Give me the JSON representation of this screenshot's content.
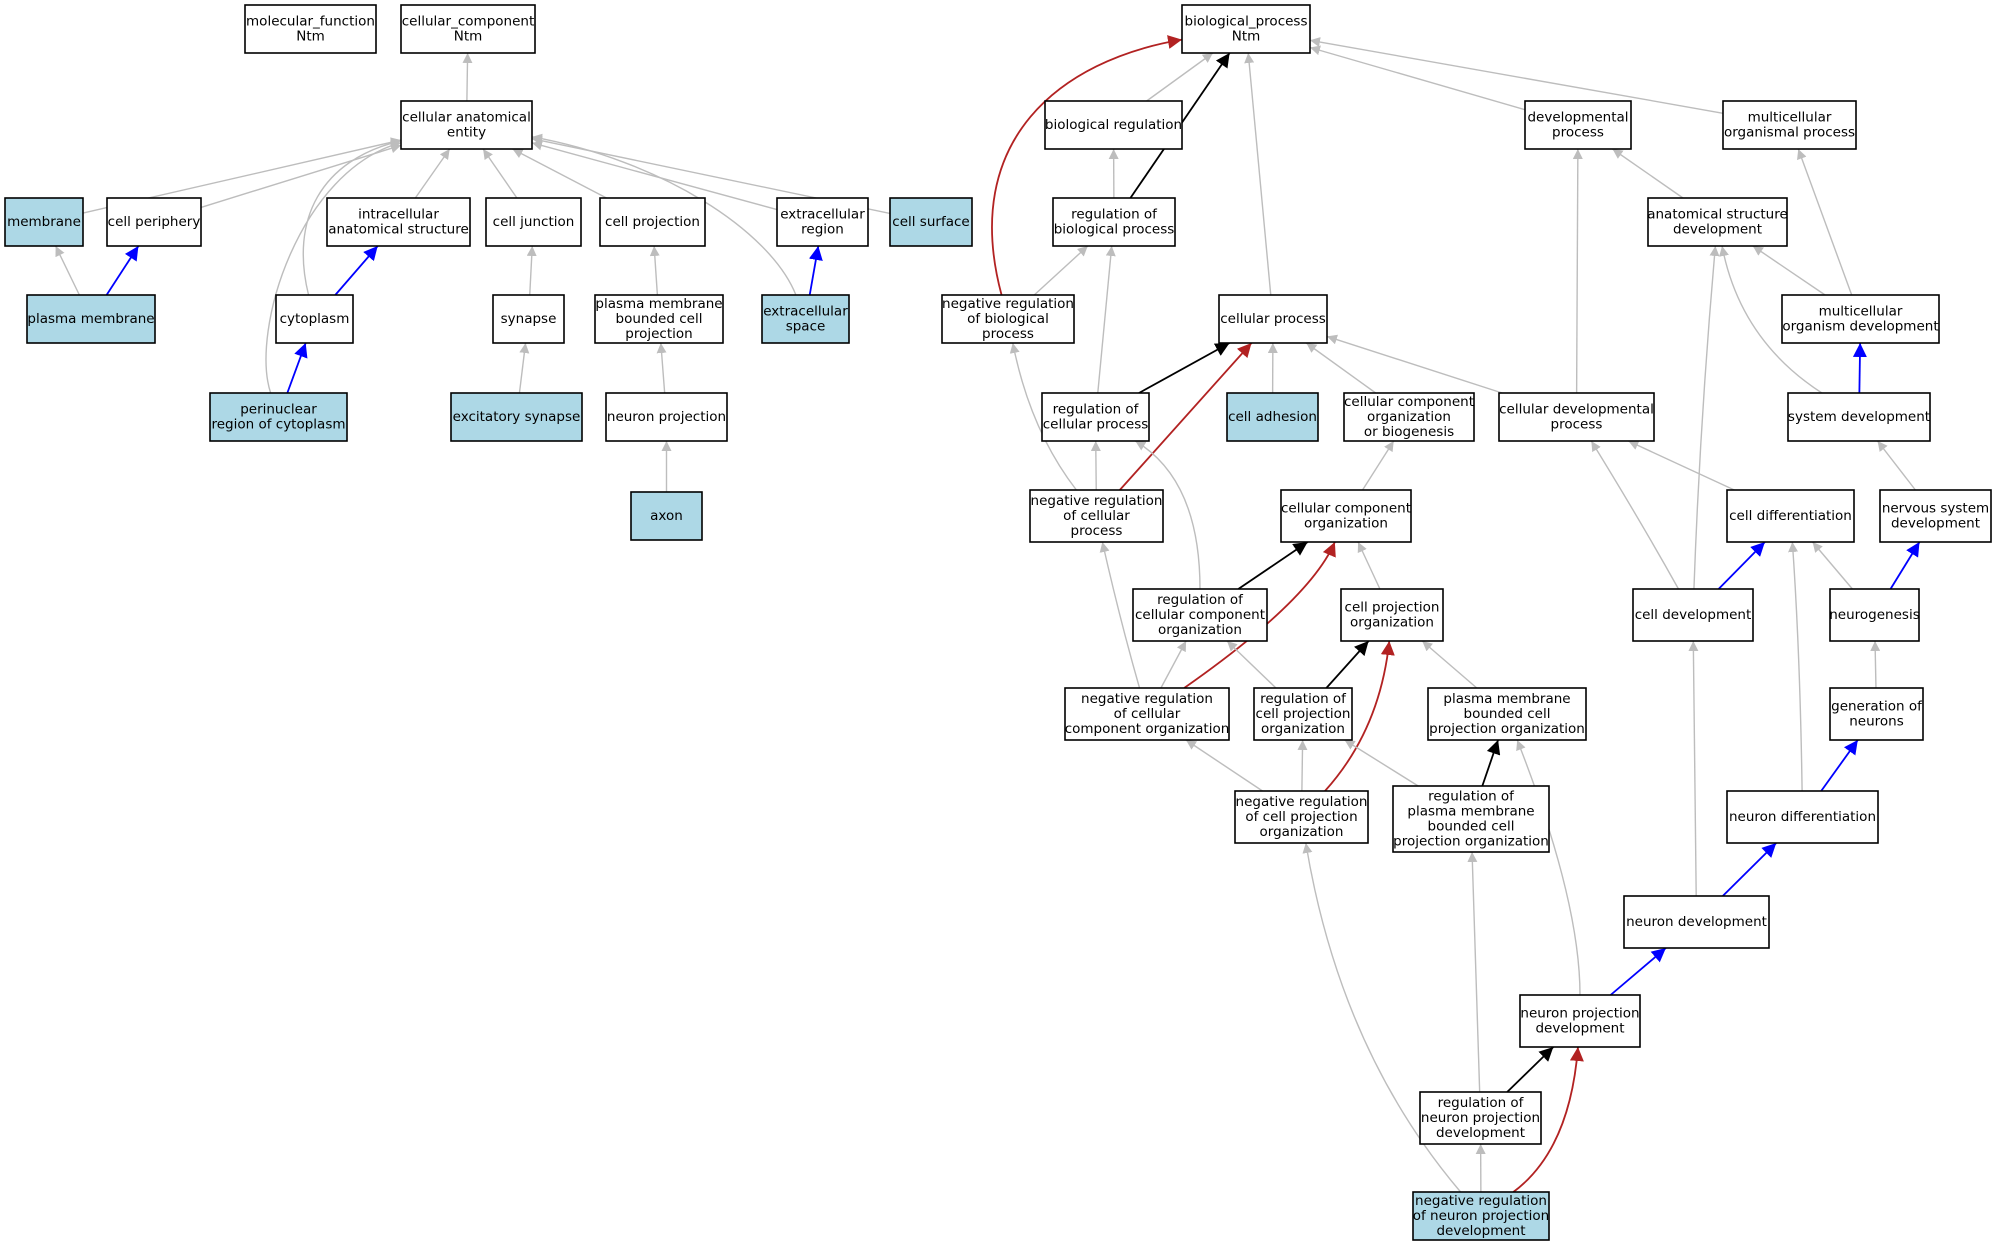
{
  "diagram": {
    "colors": {
      "highlight_fill": "#add8e6",
      "default_fill": "#ffffff",
      "border": "#000000",
      "is_a_edge": "#bdbdbd",
      "part_of_edge": "#0000ff",
      "regulates_edge": "#000000",
      "negatively_regulates_edge": "#b22222"
    },
    "nodes": [
      {
        "id": "molecular_function",
        "lines": [
          "molecular_function",
          "Ntm"
        ],
        "highlight": false
      },
      {
        "id": "cellular_component",
        "lines": [
          "cellular_component",
          "Ntm"
        ],
        "highlight": false
      },
      {
        "id": "cellular_anatomical_entity",
        "lines": [
          "cellular anatomical",
          "entity"
        ],
        "highlight": false
      },
      {
        "id": "membrane",
        "lines": [
          "membrane"
        ],
        "highlight": true
      },
      {
        "id": "cell_periphery",
        "lines": [
          "cell periphery"
        ],
        "highlight": false
      },
      {
        "id": "intracellular_anatomical_structure",
        "lines": [
          "intracellular",
          "anatomical structure"
        ],
        "highlight": false
      },
      {
        "id": "cell_junction",
        "lines": [
          "cell junction"
        ],
        "highlight": false
      },
      {
        "id": "cell_projection",
        "lines": [
          "cell projection"
        ],
        "highlight": false
      },
      {
        "id": "extracellular_region",
        "lines": [
          "extracellular",
          "region"
        ],
        "highlight": false
      },
      {
        "id": "cell_surface",
        "lines": [
          "cell surface"
        ],
        "highlight": true
      },
      {
        "id": "plasma_membrane",
        "lines": [
          "plasma membrane"
        ],
        "highlight": true
      },
      {
        "id": "cytoplasm",
        "lines": [
          "cytoplasm"
        ],
        "highlight": false
      },
      {
        "id": "synapse",
        "lines": [
          "synapse"
        ],
        "highlight": false
      },
      {
        "id": "pm_bounded_cell_projection",
        "lines": [
          "plasma membrane",
          "bounded cell",
          "projection"
        ],
        "highlight": false
      },
      {
        "id": "extracellular_space",
        "lines": [
          "extracellular",
          "space"
        ],
        "highlight": true
      },
      {
        "id": "perinuclear_region",
        "lines": [
          "perinuclear",
          "region of cytoplasm"
        ],
        "highlight": true
      },
      {
        "id": "excitatory_synapse",
        "lines": [
          "excitatory synapse"
        ],
        "highlight": true
      },
      {
        "id": "neuron_projection",
        "lines": [
          "neuron projection"
        ],
        "highlight": false
      },
      {
        "id": "axon",
        "lines": [
          "axon"
        ],
        "highlight": true
      },
      {
        "id": "biological_process",
        "lines": [
          "biological_process",
          "Ntm"
        ],
        "highlight": false
      },
      {
        "id": "biological_regulation",
        "lines": [
          "biological regulation"
        ],
        "highlight": false
      },
      {
        "id": "developmental_process",
        "lines": [
          "developmental",
          "process"
        ],
        "highlight": false
      },
      {
        "id": "multicellular_organismal_process",
        "lines": [
          "multicellular",
          "organismal process"
        ],
        "highlight": false
      },
      {
        "id": "regulation_of_biological_process",
        "lines": [
          "regulation of",
          "biological process"
        ],
        "highlight": false
      },
      {
        "id": "anatomical_structure_development",
        "lines": [
          "anatomical structure",
          "development"
        ],
        "highlight": false
      },
      {
        "id": "neg_reg_biological_process",
        "lines": [
          "negative regulation",
          "of biological",
          "process"
        ],
        "highlight": false
      },
      {
        "id": "cellular_process",
        "lines": [
          "cellular process"
        ],
        "highlight": false
      },
      {
        "id": "multicellular_organism_development",
        "lines": [
          "multicellular",
          "organism development"
        ],
        "highlight": false
      },
      {
        "id": "regulation_of_cellular_process",
        "lines": [
          "regulation of",
          "cellular process"
        ],
        "highlight": false
      },
      {
        "id": "cell_adhesion",
        "lines": [
          "cell adhesion"
        ],
        "highlight": true
      },
      {
        "id": "ccob",
        "lines": [
          "cellular component",
          "organization",
          "or biogenesis"
        ],
        "highlight": false
      },
      {
        "id": "cellular_developmental_process",
        "lines": [
          "cellular developmental",
          "process"
        ],
        "highlight": false
      },
      {
        "id": "system_development",
        "lines": [
          "system development"
        ],
        "highlight": false
      },
      {
        "id": "neg_reg_cellular_process",
        "lines": [
          "negative regulation",
          "of cellular",
          "process"
        ],
        "highlight": false
      },
      {
        "id": "cellular_component_organization",
        "lines": [
          "cellular component",
          "organization"
        ],
        "highlight": false
      },
      {
        "id": "cell_differentiation",
        "lines": [
          "cell differentiation"
        ],
        "highlight": false
      },
      {
        "id": "nervous_system_development",
        "lines": [
          "nervous system",
          "development"
        ],
        "highlight": false
      },
      {
        "id": "reg_ccomp_org",
        "lines": [
          "regulation of",
          "cellular component",
          "organization"
        ],
        "highlight": false
      },
      {
        "id": "cell_projection_organization",
        "lines": [
          "cell projection",
          "organization"
        ],
        "highlight": false
      },
      {
        "id": "cell_development",
        "lines": [
          "cell development"
        ],
        "highlight": false
      },
      {
        "id": "neurogenesis",
        "lines": [
          "neurogenesis"
        ],
        "highlight": false
      },
      {
        "id": "neg_reg_ccomp_org",
        "lines": [
          "negative regulation",
          "of cellular",
          "component organization"
        ],
        "highlight": false
      },
      {
        "id": "reg_cp_org",
        "lines": [
          "regulation of",
          "cell projection",
          "organization"
        ],
        "highlight": false
      },
      {
        "id": "pm_bcp_org",
        "lines": [
          "plasma membrane",
          "bounded cell",
          "projection organization"
        ],
        "highlight": false
      },
      {
        "id": "generation_of_neurons",
        "lines": [
          "generation of",
          "neurons"
        ],
        "highlight": false
      },
      {
        "id": "neg_reg_cp_org",
        "lines": [
          "negative regulation",
          "of cell projection",
          "organization"
        ],
        "highlight": false
      },
      {
        "id": "reg_pm_bcp_org",
        "lines": [
          "regulation of",
          "plasma membrane",
          "bounded cell",
          "projection organization"
        ],
        "highlight": false
      },
      {
        "id": "neuron_differentiation",
        "lines": [
          "neuron differentiation"
        ],
        "highlight": false
      },
      {
        "id": "neuron_development",
        "lines": [
          "neuron development"
        ],
        "highlight": false
      },
      {
        "id": "neuron_projection_development",
        "lines": [
          "neuron projection",
          "development"
        ],
        "highlight": false
      },
      {
        "id": "reg_np_dev",
        "lines": [
          "regulation of",
          "neuron projection",
          "development"
        ],
        "highlight": false
      },
      {
        "id": "neg_reg_np_dev",
        "lines": [
          "negative regulation",
          "of neuron projection",
          "development"
        ],
        "highlight": true
      }
    ],
    "edges": [
      {
        "from": "cellular_anatomical_entity",
        "to": "cellular_component",
        "type": "is_a"
      },
      {
        "from": "membrane",
        "to": "cellular_anatomical_entity",
        "type": "is_a"
      },
      {
        "from": "cell_periphery",
        "to": "cellular_anatomical_entity",
        "type": "is_a"
      },
      {
        "from": "intracellular_anatomical_structure",
        "to": "cellular_anatomical_entity",
        "type": "is_a"
      },
      {
        "from": "cell_junction",
        "to": "cellular_anatomical_entity",
        "type": "is_a"
      },
      {
        "from": "cell_projection",
        "to": "cellular_anatomical_entity",
        "type": "is_a"
      },
      {
        "from": "extracellular_region",
        "to": "cellular_anatomical_entity",
        "type": "is_a"
      },
      {
        "from": "cell_surface",
        "to": "cellular_anatomical_entity",
        "type": "is_a"
      },
      {
        "from": "cytoplasm",
        "to": "cellular_anatomical_entity",
        "type": "is_a"
      },
      {
        "from": "perinuclear_region",
        "to": "cellular_anatomical_entity",
        "type": "is_a"
      },
      {
        "from": "extracellular_space",
        "to": "cellular_anatomical_entity",
        "type": "is_a"
      },
      {
        "from": "plasma_membrane",
        "to": "membrane",
        "type": "is_a"
      },
      {
        "from": "plasma_membrane",
        "to": "cell_periphery",
        "type": "part_of"
      },
      {
        "from": "cytoplasm",
        "to": "intracellular_anatomical_structure",
        "type": "part_of"
      },
      {
        "from": "perinuclear_region",
        "to": "cytoplasm",
        "type": "part_of"
      },
      {
        "from": "synapse",
        "to": "cell_junction",
        "type": "is_a"
      },
      {
        "from": "excitatory_synapse",
        "to": "synapse",
        "type": "is_a"
      },
      {
        "from": "pm_bounded_cell_projection",
        "to": "cell_projection",
        "type": "is_a"
      },
      {
        "from": "neuron_projection",
        "to": "pm_bounded_cell_projection",
        "type": "is_a"
      },
      {
        "from": "axon",
        "to": "neuron_projection",
        "type": "is_a"
      },
      {
        "from": "extracellular_space",
        "to": "extracellular_region",
        "type": "part_of"
      },
      {
        "from": "biological_regulation",
        "to": "biological_process",
        "type": "is_a"
      },
      {
        "from": "developmental_process",
        "to": "biological_process",
        "type": "is_a"
      },
      {
        "from": "multicellular_organismal_process",
        "to": "biological_process",
        "type": "is_a"
      },
      {
        "from": "cellular_process",
        "to": "biological_process",
        "type": "is_a"
      },
      {
        "from": "regulation_of_biological_process",
        "to": "biological_process",
        "type": "regulates"
      },
      {
        "from": "neg_reg_biological_process",
        "to": "biological_process",
        "type": "negatively_regulates"
      },
      {
        "from": "regulation_of_biological_process",
        "to": "biological_regulation",
        "type": "is_a"
      },
      {
        "from": "neg_reg_biological_process",
        "to": "regulation_of_biological_process",
        "type": "is_a"
      },
      {
        "from": "regulation_of_cellular_process",
        "to": "regulation_of_biological_process",
        "type": "is_a"
      },
      {
        "from": "anatomical_structure_development",
        "to": "developmental_process",
        "type": "is_a"
      },
      {
        "from": "cellular_developmental_process",
        "to": "developmental_process",
        "type": "is_a"
      },
      {
        "from": "multicellular_organism_development",
        "to": "multicellular_organismal_process",
        "type": "is_a"
      },
      {
        "from": "multicellular_organism_development",
        "to": "anatomical_structure_development",
        "type": "is_a"
      },
      {
        "from": "system_development",
        "to": "anatomical_structure_development",
        "type": "is_a"
      },
      {
        "from": "cell_development",
        "to": "anatomical_structure_development",
        "type": "is_a"
      },
      {
        "from": "system_development",
        "to": "multicellular_organism_development",
        "type": "part_of"
      },
      {
        "from": "regulation_of_cellular_process",
        "to": "cellular_process",
        "type": "regulates"
      },
      {
        "from": "neg_reg_cellular_process",
        "to": "cellular_process",
        "type": "negatively_regulates"
      },
      {
        "from": "cell_adhesion",
        "to": "cellular_process",
        "type": "is_a"
      },
      {
        "from": "ccob",
        "to": "cellular_process",
        "type": "is_a"
      },
      {
        "from": "cellular_developmental_process",
        "to": "cellular_process",
        "type": "is_a"
      },
      {
        "from": "neg_reg_cellular_process",
        "to": "regulation_of_cellular_process",
        "type": "is_a"
      },
      {
        "from": "neg_reg_cellular_process",
        "to": "neg_reg_biological_process",
        "type": "is_a"
      },
      {
        "from": "reg_ccomp_org",
        "to": "regulation_of_cellular_process",
        "type": "is_a"
      },
      {
        "from": "cellular_component_organization",
        "to": "ccob",
        "type": "is_a"
      },
      {
        "from": "cell_differentiation",
        "to": "cellular_developmental_process",
        "type": "is_a"
      },
      {
        "from": "cell_development",
        "to": "cellular_developmental_process",
        "type": "is_a"
      },
      {
        "from": "nervous_system_development",
        "to": "system_development",
        "type": "is_a"
      },
      {
        "from": "reg_ccomp_org",
        "to": "cellular_component_organization",
        "type": "regulates"
      },
      {
        "from": "neg_reg_ccomp_org",
        "to": "cellular_component_organization",
        "type": "negatively_regulates"
      },
      {
        "from": "cell_projection_organization",
        "to": "cellular_component_organization",
        "type": "is_a"
      },
      {
        "from": "cell_development",
        "to": "cell_differentiation",
        "type": "part_of"
      },
      {
        "from": "neurogenesis",
        "to": "cell_differentiation",
        "type": "is_a"
      },
      {
        "from": "neuron_differentiation",
        "to": "cell_differentiation",
        "type": "is_a"
      },
      {
        "from": "neurogenesis",
        "to": "nervous_system_development",
        "type": "part_of"
      },
      {
        "from": "neg_reg_ccomp_org",
        "to": "reg_ccomp_org",
        "type": "is_a"
      },
      {
        "from": "neg_reg_ccomp_org",
        "to": "neg_reg_cellular_process",
        "type": "is_a"
      },
      {
        "from": "reg_cp_org",
        "to": "reg_ccomp_org",
        "type": "is_a"
      },
      {
        "from": "reg_cp_org",
        "to": "cell_projection_organization",
        "type": "regulates"
      },
      {
        "from": "neg_reg_cp_org",
        "to": "cell_projection_organization",
        "type": "negatively_regulates"
      },
      {
        "from": "pm_bcp_org",
        "to": "cell_projection_organization",
        "type": "is_a"
      },
      {
        "from": "generation_of_neurons",
        "to": "neurogenesis",
        "type": "is_a"
      },
      {
        "from": "neg_reg_cp_org",
        "to": "neg_reg_ccomp_org",
        "type": "is_a"
      },
      {
        "from": "neg_reg_cp_org",
        "to": "reg_cp_org",
        "type": "is_a"
      },
      {
        "from": "reg_pm_bcp_org",
        "to": "reg_cp_org",
        "type": "is_a"
      },
      {
        "from": "reg_pm_bcp_org",
        "to": "pm_bcp_org",
        "type": "regulates"
      },
      {
        "from": "neuron_projection_development",
        "to": "pm_bcp_org",
        "type": "is_a"
      },
      {
        "from": "neuron_differentiation",
        "to": "generation_of_neurons",
        "type": "part_of"
      },
      {
        "from": "neuron_development",
        "to": "cell_development",
        "type": "is_a"
      },
      {
        "from": "neuron_development",
        "to": "neuron_differentiation",
        "type": "part_of"
      },
      {
        "from": "neuron_projection_development",
        "to": "neuron_development",
        "type": "part_of"
      },
      {
        "from": "reg_np_dev",
        "to": "neuron_projection_development",
        "type": "regulates"
      },
      {
        "from": "neg_reg_np_dev",
        "to": "neuron_projection_development",
        "type": "negatively_regulates"
      },
      {
        "from": "reg_np_dev",
        "to": "reg_pm_bcp_org",
        "type": "is_a"
      },
      {
        "from": "neg_reg_np_dev",
        "to": "reg_np_dev",
        "type": "is_a"
      },
      {
        "from": "neg_reg_np_dev",
        "to": "neg_reg_cp_org",
        "type": "is_a"
      }
    ]
  }
}
